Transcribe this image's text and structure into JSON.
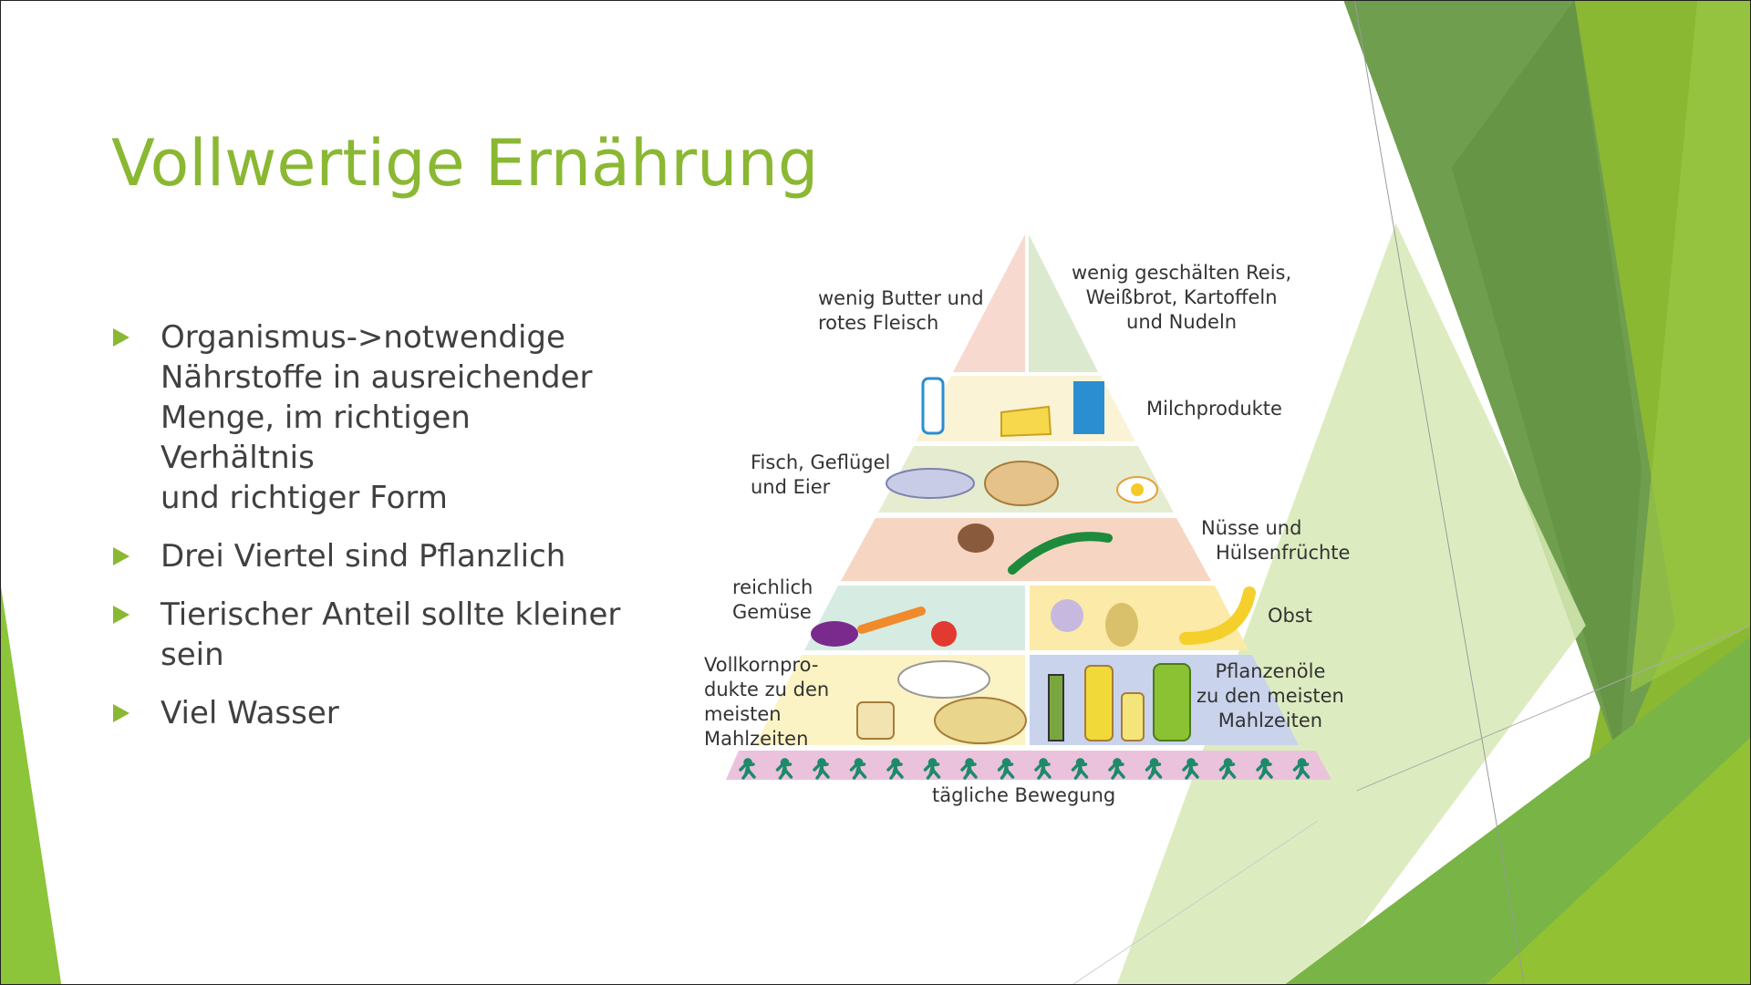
{
  "slide": {
    "title": "Vollwertige Ernährung",
    "bullets": [
      {
        "lines": [
          "Organismus->notwendige",
          "Nährstoffe in ausreichender",
          "Menge, im richtigen Verhältnis",
          "und richtiger Form"
        ]
      },
      {
        "lines": [
          "Drei Viertel sind Pflanzlich"
        ]
      },
      {
        "lines": [
          "Tierischer Anteil sollte kleiner",
          "sein"
        ]
      },
      {
        "lines": [
          "Viel Wasser"
        ]
      }
    ],
    "accent_color": "#8ab833"
  },
  "pyramid": {
    "labels": {
      "butter": [
        "wenig Butter und",
        "rotes Fleisch"
      ],
      "reis": [
        "wenig geschälten Reis,",
        "Weißbrot, Kartoffeln",
        "und Nudeln"
      ],
      "milch": [
        "Milchprodukte"
      ],
      "fisch": [
        "Fisch, Geflügel",
        "und Eier"
      ],
      "nuesse": [
        "Nüsse und",
        "Hülsenfrüchte"
      ],
      "gemuese": [
        "reichlich",
        "Gemüse"
      ],
      "obst": [
        "Obst"
      ],
      "vollkorn": [
        "Vollkornpro-",
        "dukte zu den",
        "meisten",
        "Mahlzeiten"
      ],
      "oele": [
        "Pflanzenöle",
        "zu den meisten",
        "Mahlzeiten"
      ],
      "bewegung": [
        "tägliche Bewegung"
      ]
    }
  }
}
